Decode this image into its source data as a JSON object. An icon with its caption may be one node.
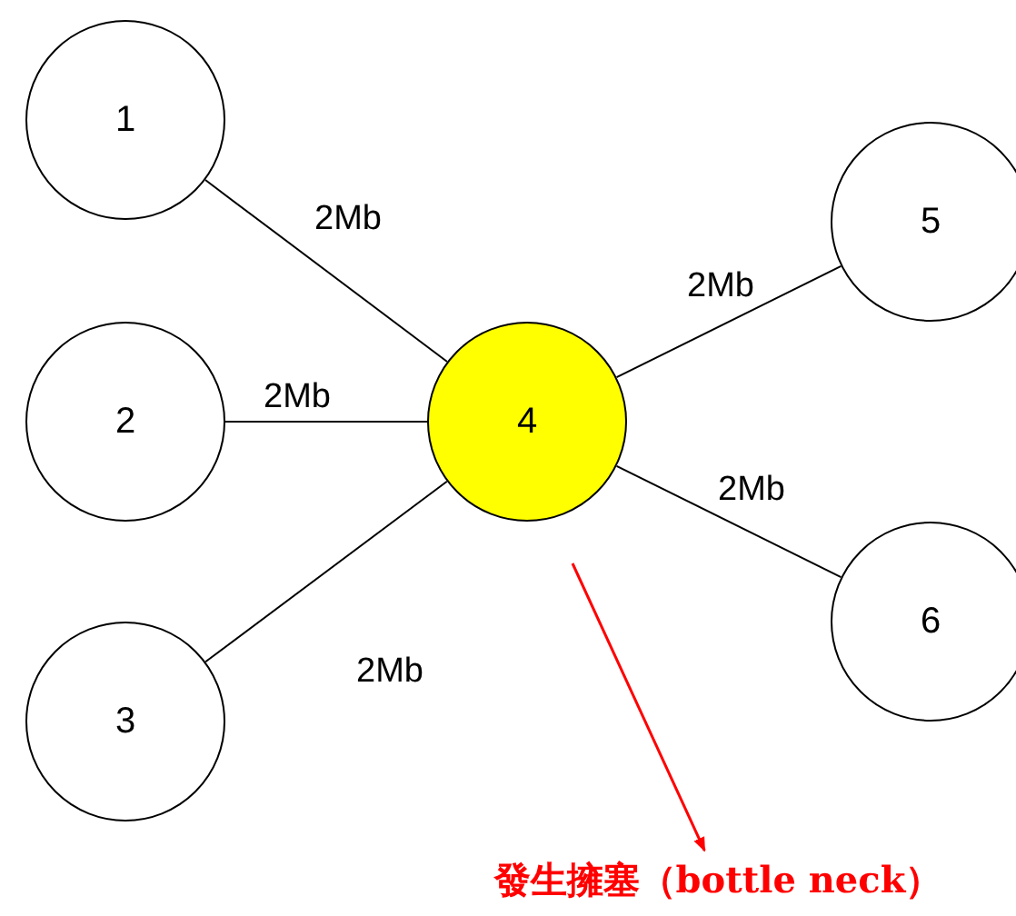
{
  "diagram": {
    "nodes": [
      {
        "text": [
          "1"
        ]
      },
      {
        "text": [
          "2"
        ]
      },
      {
        "text": [
          "3"
        ]
      },
      {
        "text": [
          "4"
        ]
      },
      {
        "text": [
          "5"
        ]
      },
      {
        "text": [
          "6"
        ]
      },
      {
        "text": [
          "發生擁塞（bottle neck）"
        ]
      }
    ],
    "edges": [
      {
        "from": 0,
        "to": 3,
        "arrow": "none",
        "label": "2Mb"
      },
      {
        "from": 1,
        "to": 3,
        "arrow": "none",
        "label": "2Mb"
      },
      {
        "from": 2,
        "to": 3,
        "arrow": "none",
        "label": "2Mb"
      },
      {
        "from": 3,
        "to": 4,
        "arrow": "none",
        "label": "2Mb"
      },
      {
        "from": 3,
        "to": 5,
        "arrow": "none",
        "label": "2Mb"
      },
      {
        "from": null,
        "to": 6,
        "arrow": "to",
        "color": "#ff0000"
      }
    ]
  }
}
